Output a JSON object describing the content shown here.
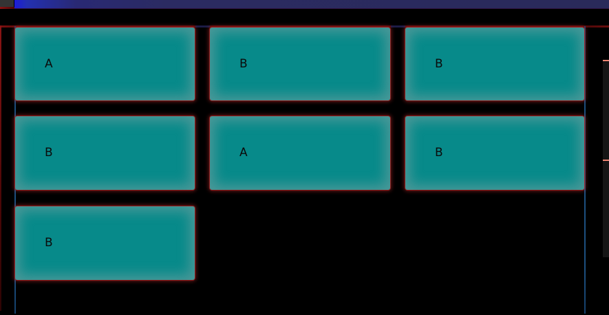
{
  "grid": {
    "cards": [
      {
        "id": "r1c1",
        "label": "A"
      },
      {
        "id": "r1c2",
        "label": "B"
      },
      {
        "id": "r1c3",
        "label": "B"
      },
      {
        "id": "r2c1",
        "label": "B"
      },
      {
        "id": "r2c2",
        "label": "A"
      },
      {
        "id": "r2c3",
        "label": "B"
      },
      {
        "id": "r3c1",
        "label": "B"
      }
    ]
  },
  "colors": {
    "card_fill": "#078a8a",
    "card_glow_red": "#c62c2c",
    "card_label": "#0b0b0b",
    "titlebar_blue_bright": "#1c1cd8",
    "titlebar_blue_dark": "#2a2a5a",
    "titlebar_corner_gray": "#343434",
    "frame_red": "#4e0808",
    "frame_gap_navy": "#1c1c46",
    "content_border_blue": "#1d5080",
    "right_strip_fill": "#151515",
    "right_strip_divider": "#ef8572",
    "background": "#000000"
  }
}
